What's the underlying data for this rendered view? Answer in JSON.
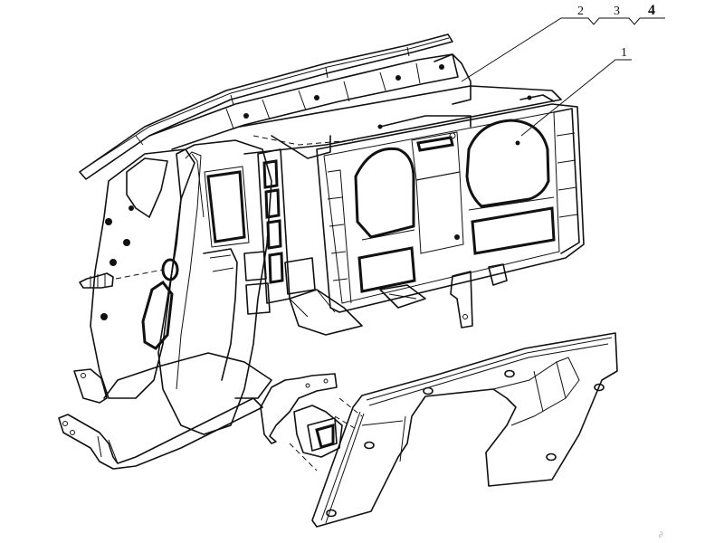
{
  "figure": {
    "type": "exploded-assembly-drawing",
    "subject": "instrument panel / dashboard assembly",
    "line_color": "#111111",
    "background": "#ffffff"
  },
  "callouts": [
    {
      "id": "1",
      "label": "1",
      "target": "instrument cluster housing"
    },
    {
      "id": "2",
      "label": "2",
      "target": "upper dashboard frame"
    },
    {
      "id": "3",
      "label": "3",
      "target": "upper dashboard frame"
    },
    {
      "id": "4",
      "label": "4",
      "target": "upper dashboard frame"
    }
  ],
  "corner_mark": "∂"
}
